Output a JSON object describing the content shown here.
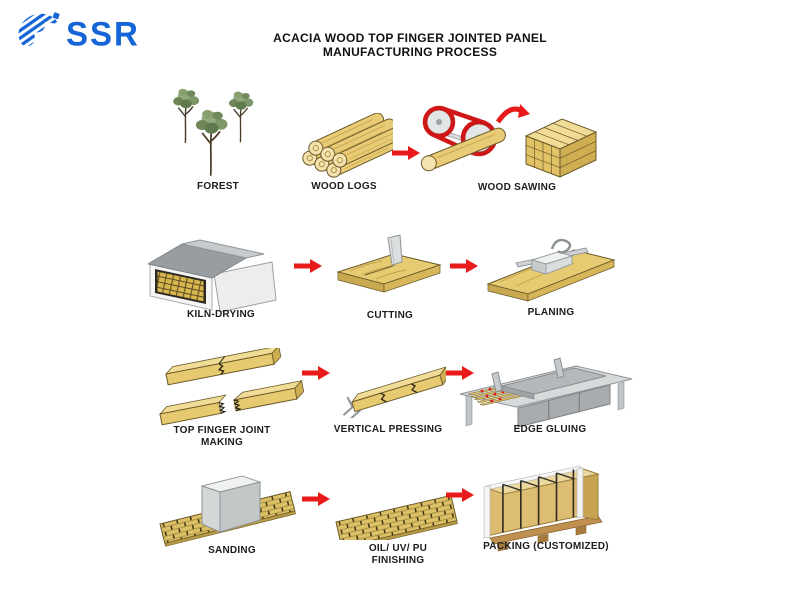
{
  "logo": {
    "text": "SSR"
  },
  "title": {
    "line1": "ACACIA WOOD TOP FINGER JOINTED PANEL",
    "line2": "MANUFACTURING PROCESS"
  },
  "colors": {
    "logo_blue": "#1565d6",
    "arrow_red": "#e81a1a",
    "wood_yellow": "#e7cb72",
    "machine_gray": "#c9cdcf",
    "label_text": "#1c1c1c"
  },
  "steps": [
    {
      "id": "forest",
      "label": "FOREST"
    },
    {
      "id": "wood-logs",
      "label": "WOOD LOGS"
    },
    {
      "id": "wood-sawing",
      "label": "WOOD SAWING"
    },
    {
      "id": "kiln-drying",
      "label": "KILN-DRYING"
    },
    {
      "id": "cutting",
      "label": "CUTTING"
    },
    {
      "id": "planing",
      "label": "PLANING"
    },
    {
      "id": "top-finger-joint-making",
      "label": "TOP FINGER JOINT MAKING"
    },
    {
      "id": "vertical-pressing",
      "label": "VERTICAL PRESSING"
    },
    {
      "id": "edge-gluing",
      "label": "EDGE GLUING"
    },
    {
      "id": "sanding",
      "label": "SANDING"
    },
    {
      "id": "oil-uv-pu-finishing",
      "label": "OIL/ UV/ PU FINISHING"
    },
    {
      "id": "packing-customized",
      "label": "PACKING (CUSTOMIZED)"
    }
  ]
}
